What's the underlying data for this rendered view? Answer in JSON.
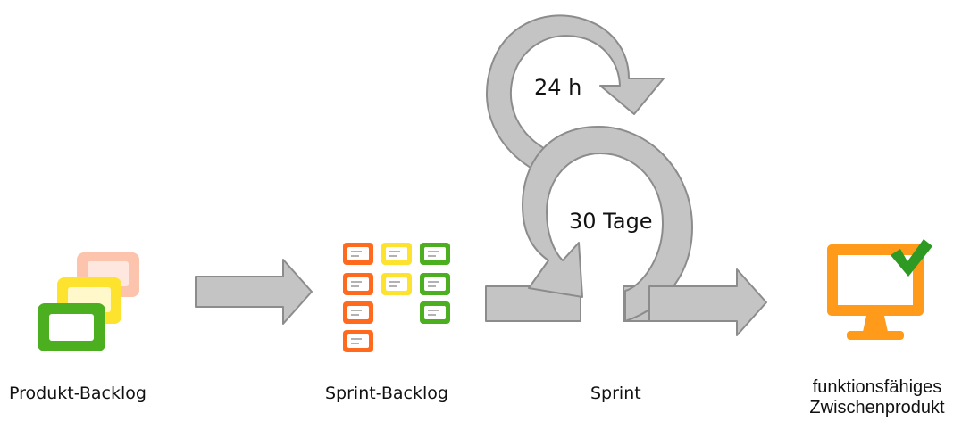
{
  "stages": {
    "product_backlog": "Produkt-Backlog",
    "sprint_backlog": "Sprint-Backlog",
    "sprint": "Sprint",
    "result_line1": "funktionsfähiges",
    "result_line2": "Zwischenprodukt"
  },
  "cycles": {
    "daily": "24 h",
    "sprint_length": "30 Tage"
  },
  "colors": {
    "arrow_fill": "#c4c4c4",
    "arrow_stroke": "#8c8c8c",
    "red": "#ff6a1f",
    "yellow": "#fde22e",
    "green": "#4caf1f",
    "pink": "#fcc3ad",
    "orange": "#ff9a1a",
    "check": "#2e9a23"
  },
  "icons": {
    "product_backlog": "stacked-cards-icon",
    "sprint_backlog": "task-board-icon",
    "result": "monitor-check-icon"
  }
}
